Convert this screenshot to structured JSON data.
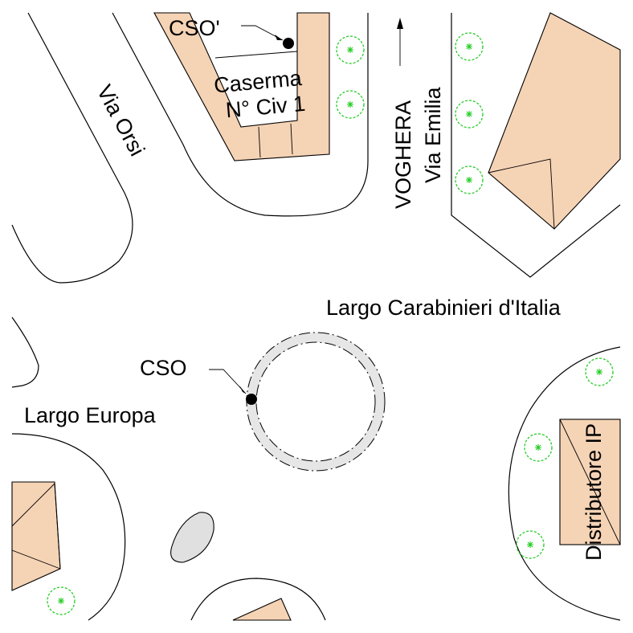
{
  "colors": {
    "building_fill": "#f5d3b5",
    "tree": "#22cc22",
    "roundabout_ring": "#e6e6e6",
    "island_fill": "#e0e0e0",
    "line": "#000000"
  },
  "labels": {
    "cso_prime": "CSO'",
    "caserma_line1": "Caserma",
    "caserma_line2": "N° Civ 1",
    "via_orsi": "Via Orsi",
    "voghera": "VOGHERA",
    "via_emilia": "Via Emilia",
    "largo_carabinieri": "Largo Carabinieri d'Italia",
    "cso": "CSO",
    "largo_europa": "Largo Europa",
    "distributore_ip": "Distributore IP"
  },
  "icons": {
    "direction_arrow": "arrow-up-icon",
    "tree": "tree-icon",
    "point_marker": "dot-marker-icon"
  }
}
